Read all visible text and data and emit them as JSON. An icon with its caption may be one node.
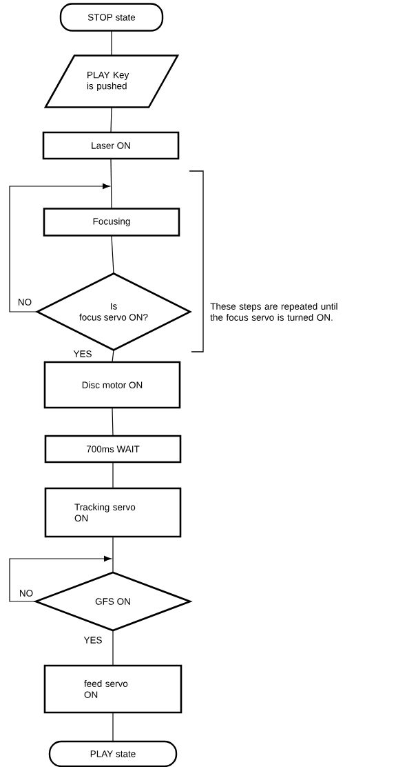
{
  "diagram": {
    "nodes": [
      {
        "text": [
          "STOP state"
        ]
      },
      {
        "text": [
          "PLAY Key is pushed"
        ]
      },
      {
        "text": [
          "Laser ON"
        ]
      },
      {
        "text": [
          "Focusing"
        ]
      },
      {
        "text": [
          "Is focus servo ON?"
        ]
      },
      {
        "text": [
          "Disc motor ON"
        ]
      },
      {
        "text": [
          "700ms WAIT"
        ]
      },
      {
        "text": [
          "Tracking servo ON"
        ]
      },
      {
        "text": [
          "GFS ON"
        ]
      },
      {
        "text": [
          "feed servo ON"
        ]
      },
      {
        "text": [
          "PLAY state"
        ]
      }
    ],
    "edges": [
      {
        "from": 0,
        "to": 1,
        "arrow": "none"
      },
      {
        "from": 1,
        "to": 2,
        "arrow": "none"
      },
      {
        "from": 2,
        "to": 3,
        "arrow": "none"
      },
      {
        "from": 4,
        "to": 3,
        "arrow": "to",
        "label": "NO"
      },
      {
        "from": 3,
        "to": 4,
        "arrow": "none"
      },
      {
        "from": 4,
        "to": 5,
        "arrow": "none",
        "label": "YES"
      },
      {
        "from": 5,
        "to": 6,
        "arrow": "none"
      },
      {
        "from": 6,
        "to": 7,
        "arrow": "none"
      },
      {
        "from": 7,
        "to": 8,
        "arrow": "none"
      },
      {
        "from": 8,
        "to": 8,
        "arrow": "to",
        "label": "NO"
      },
      {
        "from": 8,
        "to": 9,
        "arrow": "none",
        "label": "YES"
      },
      {
        "from": 9,
        "to": 10,
        "arrow": "none"
      }
    ],
    "labels": [
      "These steps are repeated until the focus servo is turned ON."
    ]
  }
}
